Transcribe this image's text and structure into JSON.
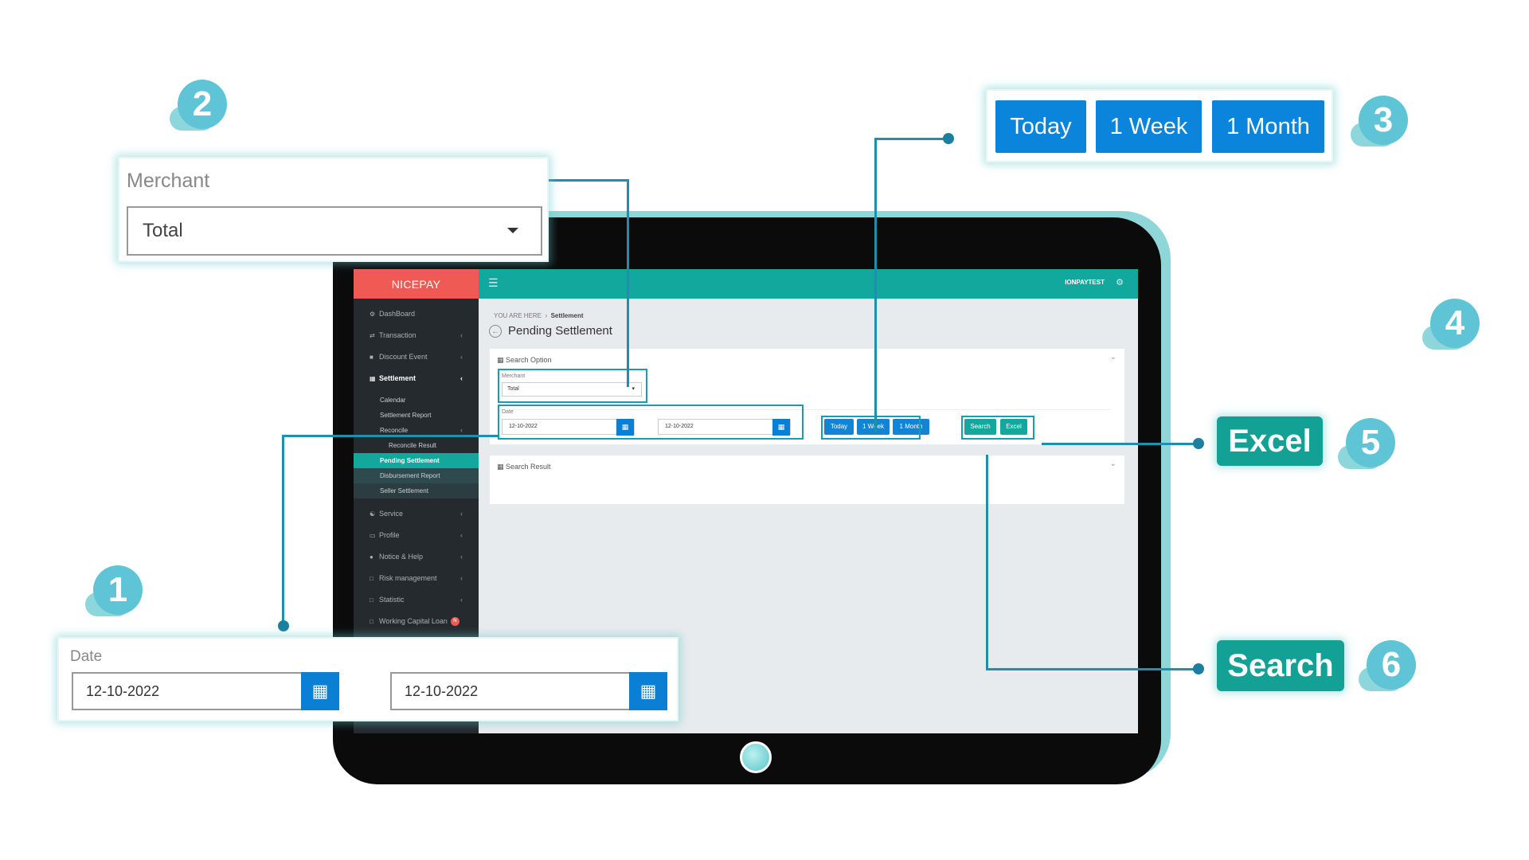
{
  "app": {
    "brand": "NICEPAY",
    "user": "IONPAYTEST"
  },
  "sidebar": {
    "items": [
      {
        "label": "DashBoard"
      },
      {
        "label": "Transaction"
      },
      {
        "label": "Discount Event"
      },
      {
        "label": "Settlement"
      },
      {
        "label": "Calendar"
      },
      {
        "label": "Settlement Report"
      },
      {
        "label": "Reconcile"
      },
      {
        "label": "Reconcile Result"
      },
      {
        "label": "Pending Settlement"
      },
      {
        "label": "Disbursement Report"
      },
      {
        "label": "Seller Settlement"
      },
      {
        "label": "Service"
      },
      {
        "label": "Profile"
      },
      {
        "label": "Notice & Help"
      },
      {
        "label": "Risk management"
      },
      {
        "label": "Statistic"
      },
      {
        "label": "Working Capital Loan"
      }
    ],
    "badge": "N"
  },
  "breadcrumb": {
    "home": "YOU ARE HERE",
    "separator": "›",
    "current": "Settlement"
  },
  "page": {
    "title": "Pending Settlement"
  },
  "search_option": {
    "title": "Search Option",
    "merchant_label": "Merchant",
    "merchant_value": "Total",
    "date_label": "Date",
    "date_from": "12-10-2022",
    "date_to": "12-10-2022",
    "quick": [
      "Today",
      "1 Week",
      "1 Month"
    ],
    "search": "Search",
    "excel": "Excel"
  },
  "search_result": {
    "title": "Search Result"
  },
  "callouts": {
    "merchant_label": "Merchant",
    "merchant_value": "Total",
    "date_label": "Date",
    "date_from": "12-10-2022",
    "date_to": "12-10-2022",
    "today": "Today",
    "week": "1 Week",
    "month": "1 Month",
    "excel": "Excel",
    "search": "Search"
  },
  "numbers": [
    "1",
    "2",
    "3",
    "4",
    "5",
    "6"
  ],
  "colors": {
    "teal": "#12a89d",
    "blue": "#0a85db",
    "coral": "#ef5a55",
    "sidebar": "#252a2e"
  }
}
